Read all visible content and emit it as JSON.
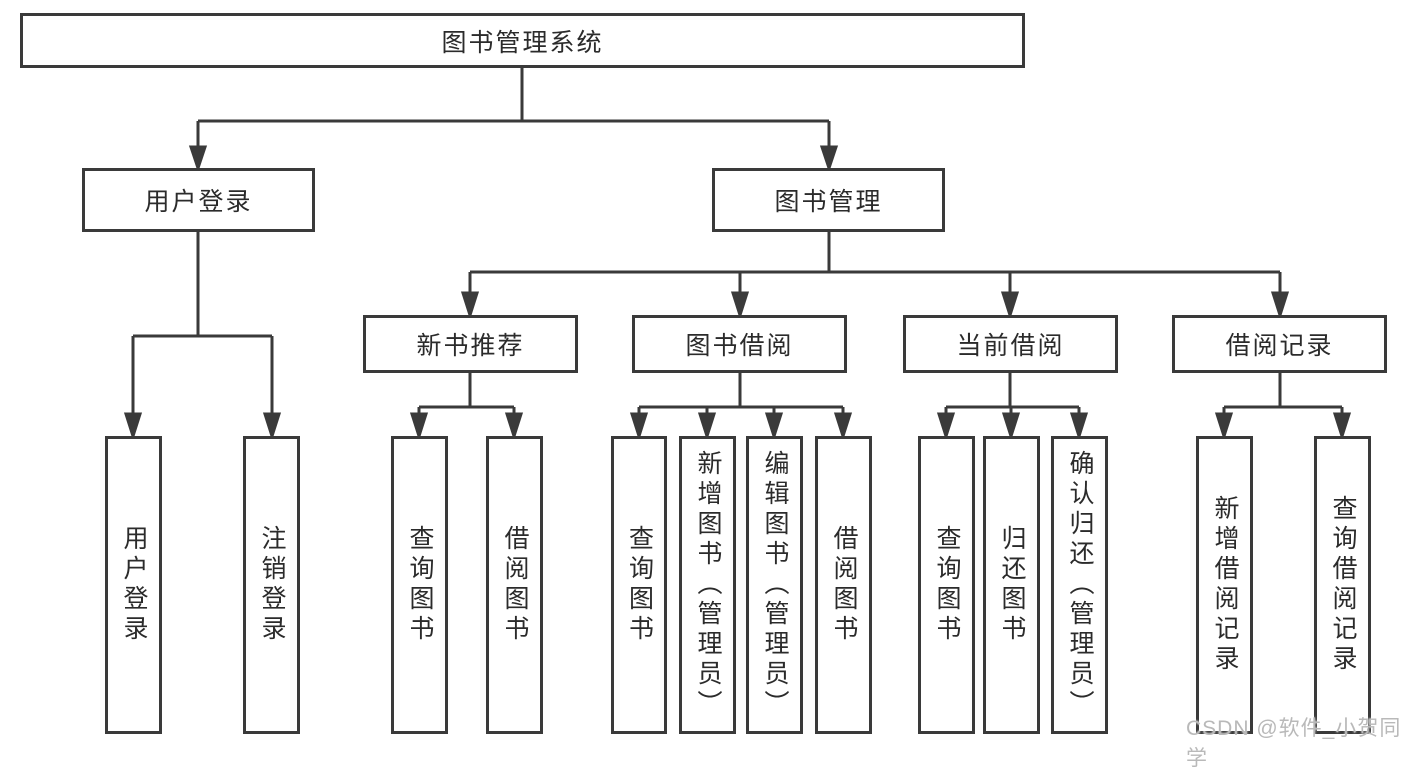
{
  "diagram": {
    "root": "图书管理系统",
    "user_login_branch": {
      "label": "用户登录",
      "children": [
        "用户登录",
        "注销登录"
      ]
    },
    "book_mgmt_branch": {
      "label": "图书管理",
      "children": [
        {
          "label": "新书推荐",
          "children": [
            "查询图书",
            "借阅图书"
          ]
        },
        {
          "label": "图书借阅",
          "children": [
            "查询图书",
            "新增图书（管理员）",
            "编辑图书（管理员）",
            "借阅图书"
          ]
        },
        {
          "label": "当前借阅",
          "children": [
            "查询图书",
            "归还图书",
            "确认归还（管理员）"
          ]
        },
        {
          "label": "借阅记录",
          "children": [
            "新增借阅记录",
            "查询借阅记录"
          ]
        }
      ]
    }
  },
  "watermark": "CSDN @软件_小贺同学",
  "colors": {
    "line": "#3a3a3a",
    "text": "#2b2b2b",
    "watermark": "#b9b9b9",
    "background": "#ffffff"
  }
}
